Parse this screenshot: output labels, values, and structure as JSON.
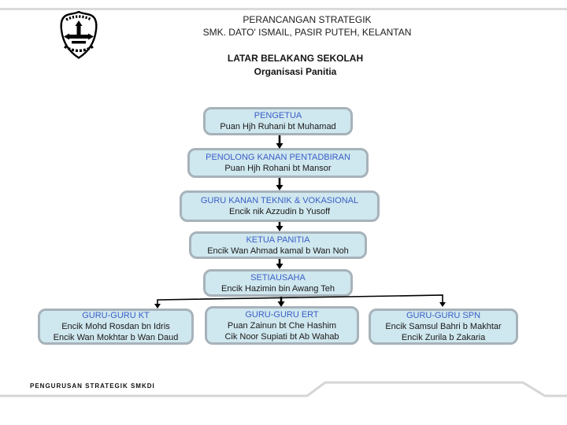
{
  "header": {
    "line1": "PERANCANGAN STRATEGIK",
    "line2": "SMK. DATO' ISMAIL, PASIR PUTEH, KELANTAN",
    "section_title": "LATAR BELAKANG SEKOLAH",
    "section_subtitle": "Organisasi Panitia"
  },
  "icons": {
    "logo": "school-crest"
  },
  "org_chart": {
    "nodes": [
      {
        "id": "pengetua",
        "title": "PENGETUA",
        "members": [
          "Puan Hjh Ruhani bt Muhamad"
        ]
      },
      {
        "id": "penolong-kanan",
        "title": "PENOLONG KANAN PENTADBIRAN",
        "members": [
          "Puan Hjh Rohani bt Mansor"
        ]
      },
      {
        "id": "guru-kanan-teknik",
        "title": "GURU KANAN TEKNIK & VOKASIONAL",
        "members": [
          "Encik nik Azzudin b Yusoff"
        ]
      },
      {
        "id": "ketua-panitia",
        "title": "KETUA PANITIA",
        "members": [
          "Encik Wan Ahmad kamal b Wan Noh"
        ]
      },
      {
        "id": "setiausaha",
        "title": "SETIAUSAHA",
        "members": [
          "Encik Hazimin bin Awang Teh"
        ]
      },
      {
        "id": "guru-kt",
        "title": "GURU-GURU KT",
        "members": [
          "Encik Mohd Rosdan bn Idris",
          "Encik Wan Mokhtar b Wan Daud"
        ]
      },
      {
        "id": "guru-ert",
        "title": "GURU-GURU ERT",
        "members": [
          "Puan Zainun bt Che Hashim",
          "Cik Noor Supiati bt Ab Wahab"
        ]
      },
      {
        "id": "guru-spn",
        "title": "GURU-GURU SPN",
        "members": [
          "Encik Samsul Bahri b Makhtar",
          "Encik Zurila b Zakaria"
        ]
      }
    ],
    "edges": [
      {
        "from": "pengetua",
        "to": "penolong-kanan"
      },
      {
        "from": "penolong-kanan",
        "to": "guru-kanan-teknik"
      },
      {
        "from": "guru-kanan-teknik",
        "to": "ketua-panitia"
      },
      {
        "from": "ketua-panitia",
        "to": "setiausaha"
      },
      {
        "from": "setiausaha",
        "to": "guru-kt"
      },
      {
        "from": "setiausaha",
        "to": "guru-ert"
      },
      {
        "from": "setiausaha",
        "to": "guru-spn"
      }
    ]
  },
  "footer": {
    "label": "PENGURUSAN STRATEGIK SMKDI"
  },
  "colors": {
    "node_fill": "#cfe7ee",
    "node_border": "#a7b2ba",
    "node_title_text": "#3a5fc8",
    "rule_gray": "#dadada"
  }
}
